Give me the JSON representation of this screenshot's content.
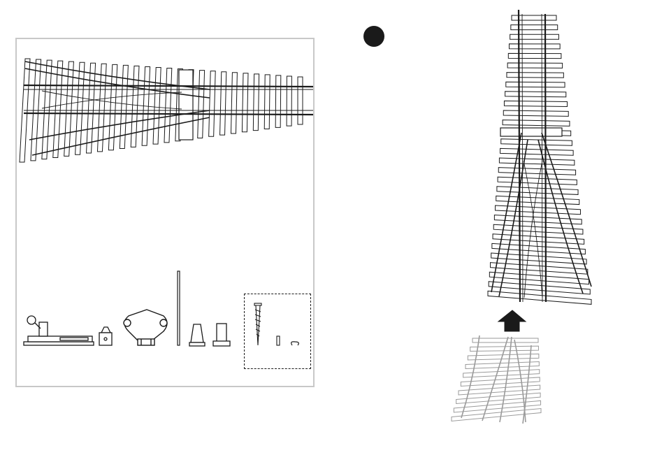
{
  "step": {
    "number": ""
  },
  "colors": {
    "ink": "#1a1a1a",
    "frame": "#c8c8c8",
    "ghost": "#9a9a9a",
    "tie_fill": "#ffffff"
  },
  "parts": [
    {
      "name": "three-way-turnout-track"
    },
    {
      "name": "ground-throw-lever"
    },
    {
      "name": "small-square-block"
    },
    {
      "name": "mounting-plate"
    },
    {
      "name": "throw-rod"
    },
    {
      "name": "tapered-rail-joiner"
    },
    {
      "name": "flanged-rail-joiner"
    },
    {
      "name": "wood-screw"
    },
    {
      "name": "small-pin"
    },
    {
      "name": "spring-clip"
    }
  ]
}
